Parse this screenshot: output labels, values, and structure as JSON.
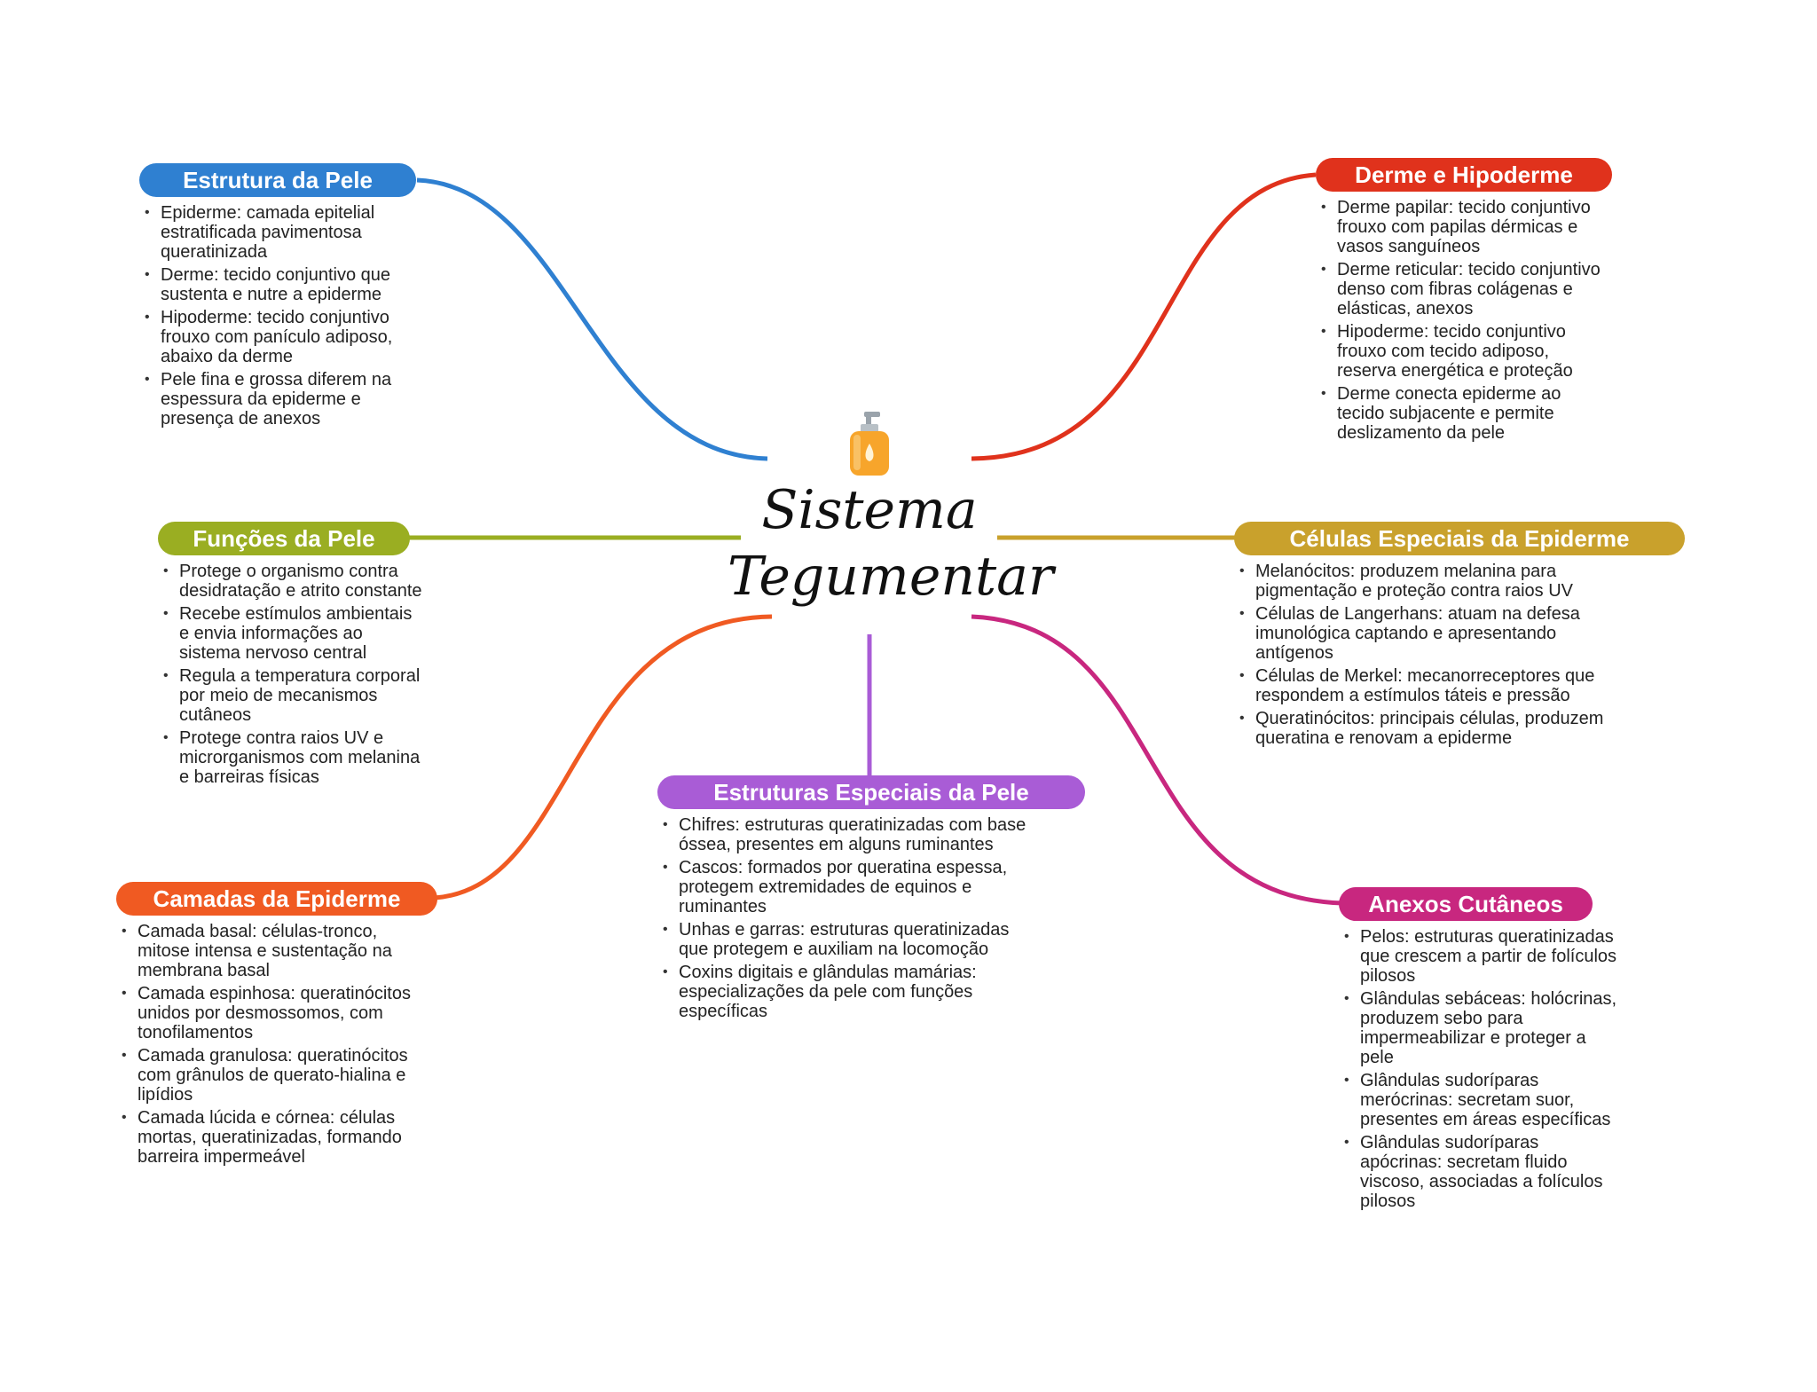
{
  "center": {
    "title_line1": "Sistema",
    "title_line2": "Tegumentar",
    "icon": "soap-bottle-icon"
  },
  "branches": [
    {
      "id": "estrutura",
      "title": "Estrutura da Pele",
      "color": "#2F80D1",
      "items": [
        "Epiderme: camada epitelial estratificada pavimentosa queratinizada",
        "Derme: tecido conjuntivo que sustenta e nutre a epiderme",
        "Hipoderme: tecido conjuntivo frouxo com panículo adiposo, abaixo da derme",
        "Pele fina e grossa diferem na espessura da epiderme e presença de anexos"
      ]
    },
    {
      "id": "funcoes",
      "title": "Funções da Pele",
      "color": "#9AAE22",
      "items": [
        "Protege o organismo contra desidratação e atrito constante",
        "Recebe estímulos ambientais e envia informações ao sistema nervoso central",
        "Regula a temperatura corporal por meio de mecanismos cutâneos",
        "Protege contra raios UV e microrganismos com melanina e barreiras físicas"
      ]
    },
    {
      "id": "camadas",
      "title": "Camadas da Epiderme",
      "color": "#F05A22",
      "items": [
        "Camada basal: células-tronco, mitose intensa e sustentação na membrana basal",
        "Camada espinhosa: queratinócitos unidos por desmossomos, com tonofilamentos",
        "Camada granulosa: queratinócitos com grânulos de querato-hialina e lipídios",
        "Camada lúcida e córnea: células mortas, queratinizadas, formando barreira impermeável"
      ]
    },
    {
      "id": "estruturas-especiais",
      "title": "Estruturas Especiais da Pele",
      "color": "#A95CD6",
      "items": [
        "Chifres: estruturas queratinizadas com base óssea, presentes em alguns ruminantes",
        "Cascos: formados por queratina espessa, protegem extremidades de equinos e ruminantes",
        "Unhas e garras: estruturas queratinizadas que protegem e auxiliam na locomoção",
        "Coxins digitais e glândulas mamárias: especializações da pele com funções específicas"
      ]
    },
    {
      "id": "derme",
      "title": "Derme e Hipoderme",
      "color": "#E0321C",
      "items": [
        "Derme papilar: tecido conjuntivo frouxo com papilas dérmicas e vasos sanguíneos",
        "Derme reticular: tecido conjuntivo denso com fibras colágenas e elásticas, anexos",
        "Hipoderme: tecido conjuntivo frouxo com tecido adiposo, reserva energética e proteção",
        "Derme conecta epiderme ao tecido subjacente e permite deslizamento da pele"
      ]
    },
    {
      "id": "celulas",
      "title": "Células Especiais da Epiderme",
      "color": "#C9A12C",
      "items": [
        "Melanócitos: produzem melanina para pigmentação e proteção contra raios UV",
        "Células de Langerhans: atuam na defesa imunológica captando e apresentando antígenos",
        "Células de Merkel: mecanorreceptores que respondem a estímulos táteis e pressão",
        "Queratinócitos: principais células, produzem queratina e renovam a epiderme"
      ]
    },
    {
      "id": "anexos",
      "title": "Anexos Cutâneos",
      "color": "#C8277F",
      "items": [
        "Pelos: estruturas queratinizadas que crescem a partir de folículos pilosos",
        "Glândulas sebáceas: holócrinas, produzem sebo para impermeabilizar e proteger a pele",
        "Glândulas sudoríparas merócrinas: secretam suor, presentes em áreas específicas",
        "Glândulas sudoríparas apócrinas: secretam fluido viscoso, associadas a folículos pilosos"
      ]
    }
  ]
}
